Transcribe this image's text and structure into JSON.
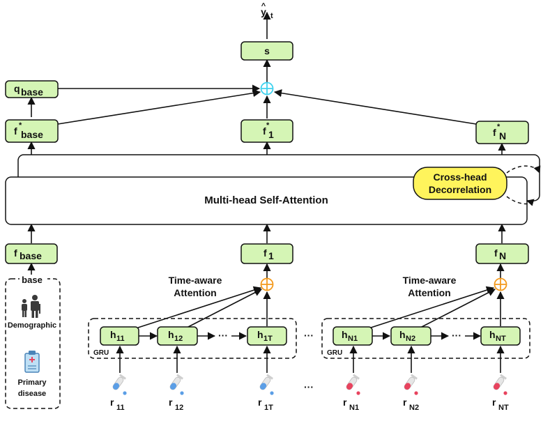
{
  "output": {
    "label": "y",
    "hat": "^",
    "sub": "t"
  },
  "s_node": "s",
  "q_base": {
    "main": "q",
    "sub": "base"
  },
  "f_star_base": {
    "main": "f",
    "sup": "*",
    "sub": "base"
  },
  "f_star_1": {
    "main": "f",
    "sup": "*",
    "sub": "1"
  },
  "f_star_N": {
    "main": "f",
    "sup": "*",
    "sub": "N"
  },
  "mhsa_label": "Multi-head Self-Attention",
  "cross_head": {
    "line1": "Cross-head",
    "line2": "Decorrelation"
  },
  "f_base": {
    "main": "f",
    "sub": "base"
  },
  "f_1": {
    "main": "f",
    "sub": "1"
  },
  "f_N": {
    "main": "f",
    "sub": "N"
  },
  "time_attention": {
    "line1": "Time-aware",
    "line2": "Attention"
  },
  "base_box": {
    "title": "base",
    "demographic": "Demographic",
    "disease_line1": "Primary",
    "disease_line2": "disease"
  },
  "gru_label": "GRU",
  "ellipsis": "···",
  "group1": {
    "h": [
      {
        "main": "h",
        "sub": "11"
      },
      {
        "main": "h",
        "sub": "12"
      },
      {
        "main": "h",
        "sub": "1T"
      }
    ],
    "r": [
      {
        "main": "r",
        "sub": "11"
      },
      {
        "main": "r",
        "sub": "12"
      },
      {
        "main": "r",
        "sub": "1T"
      }
    ]
  },
  "group2": {
    "h": [
      {
        "main": "h",
        "sub": "N1"
      },
      {
        "main": "h",
        "sub": "N2"
      },
      {
        "main": "h",
        "sub": "NT"
      }
    ],
    "r": [
      {
        "main": "r",
        "sub": "N1"
      },
      {
        "main": "r",
        "sub": "N2"
      },
      {
        "main": "r",
        "sub": "NT"
      }
    ]
  },
  "colors": {
    "node_fill": "#d5f5b5",
    "cross_head_fill": "#fff45c",
    "sum_output": "#3fd2ee",
    "sum_attention": "#f39a1d",
    "tube_blue": "#5b9ee6",
    "tube_red": "#e8435e"
  }
}
